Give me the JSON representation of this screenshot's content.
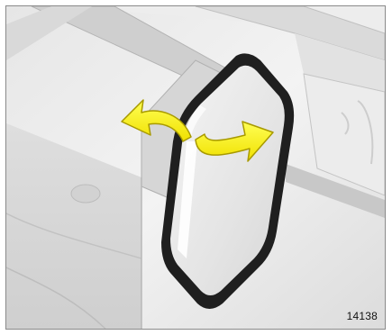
{
  "figure": {
    "number": "14138",
    "colors": {
      "background": "#f0f0f0",
      "body_panel": "#d8d8d8",
      "glass": "#e8e8e8",
      "mirror_frame": "#1c1c1c",
      "arrow_fill": "#ffff00",
      "arrow_stroke": "#a89a00"
    },
    "icons": [
      "mirror-adjust-arrow-left",
      "mirror-adjust-arrow-right"
    ]
  }
}
